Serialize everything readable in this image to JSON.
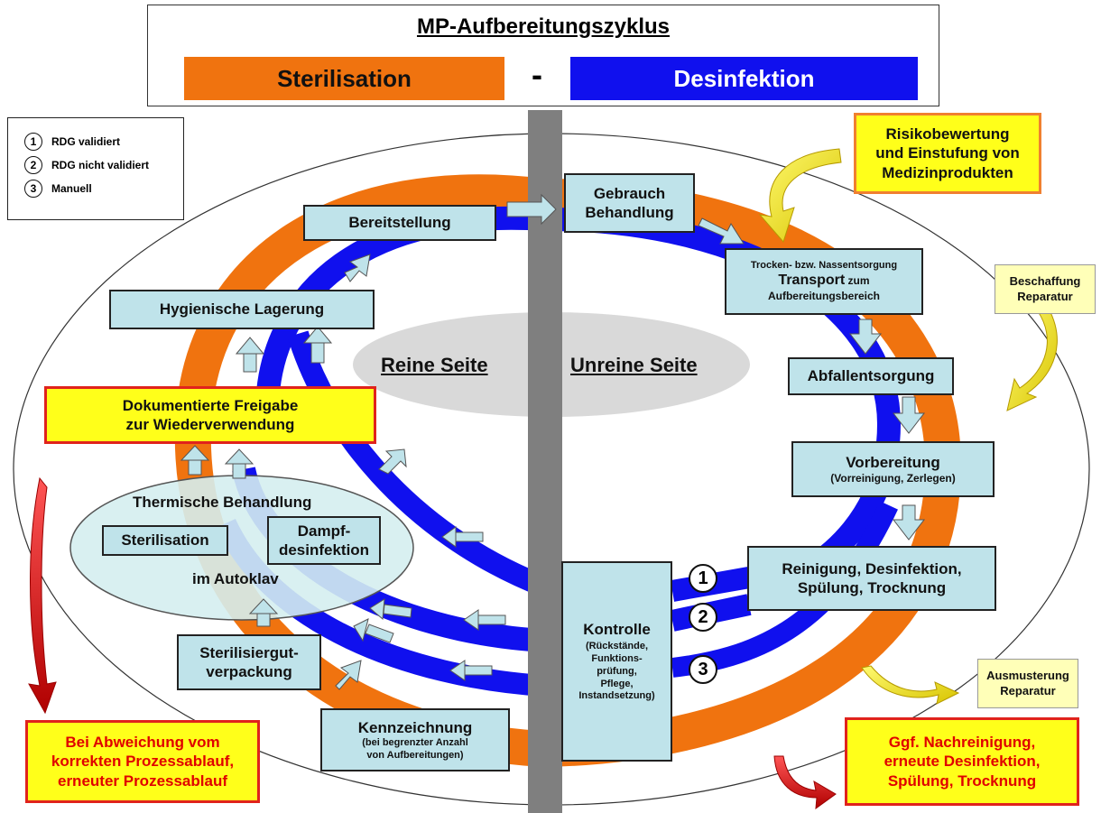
{
  "header": {
    "title": "MP-Aufbereitungszyklus",
    "left_label": "Sterilisation",
    "separator": "-",
    "right_label": "Desinfektion"
  },
  "colors": {
    "orange": "#f0730f",
    "blue": "#1010ee",
    "step_box": "#bfe3ea",
    "highlight_yellow": "#ffff1a",
    "red_border": "#e0231c",
    "divider_gray": "#7f7f7f",
    "center_gray": "#d9d9d9"
  },
  "legend": [
    {
      "num": "1",
      "label": "RDG validiert"
    },
    {
      "num": "2",
      "label": "RDG nicht validiert"
    },
    {
      "num": "3",
      "label": "Manuell"
    }
  ],
  "sides": {
    "clean": "Reine Seite",
    "unclean": "Unreine Seite"
  },
  "steps": {
    "gebrauch": [
      "Gebrauch",
      "Behandlung"
    ],
    "transport": {
      "pre": "Trocken- bzw. Nassentsorgung",
      "main_bold": "Transport",
      "main_rest": " zum",
      "post": "Aufbereitungsbereich"
    },
    "abfall": "Abfallentsorgung",
    "vorbereitung": {
      "title": "Vorbereitung",
      "sub": "(Vorreinigung, Zerlegen)"
    },
    "reinigung": [
      "Reinigung, Desinfektion,",
      "Spülung, Trocknung"
    ],
    "kontrolle": {
      "title": "Kontrolle",
      "sub": [
        "(Rückstände,",
        "Funktions-",
        "prüfung,",
        "Pflege,",
        "Instandsetzung)"
      ]
    },
    "kennzeichnung": {
      "title": "Kennzeichnung",
      "sub": [
        "(bei begrenzter Anzahl",
        "von Aufbereitungen)"
      ]
    },
    "verpackung": [
      "Sterilisiergut-",
      "verpackung"
    ],
    "thermisch": {
      "title": "Thermische Behandlung",
      "sterilisation": "Sterilisation",
      "dampf": [
        "Dampf-",
        "desinfektion"
      ],
      "autoklav": "im Autoklav"
    },
    "freigabe": [
      "Dokumentierte Freigabe",
      "zur Wiederverwendung"
    ],
    "lagerung": "Hygienische Lagerung",
    "bereitstellung": "Bereitstellung"
  },
  "notes": {
    "risiko": [
      "Risikobewertung",
      "und Einstufung von",
      "Medizinprodukten"
    ],
    "beschaffung": [
      "Beschaffung",
      "Reparatur"
    ],
    "ausmusterung": [
      "Ausmusterung",
      "Reparatur"
    ],
    "abweichung": [
      "Bei Abweichung vom",
      "korrekten Prozessablauf,",
      "erneuter Prozessablauf"
    ],
    "nachreinigung": [
      "Ggf. Nachreinigung,",
      "erneute Desinfektion,",
      "Spülung, Trocknung"
    ]
  },
  "paths": [
    "1",
    "2",
    "3"
  ]
}
